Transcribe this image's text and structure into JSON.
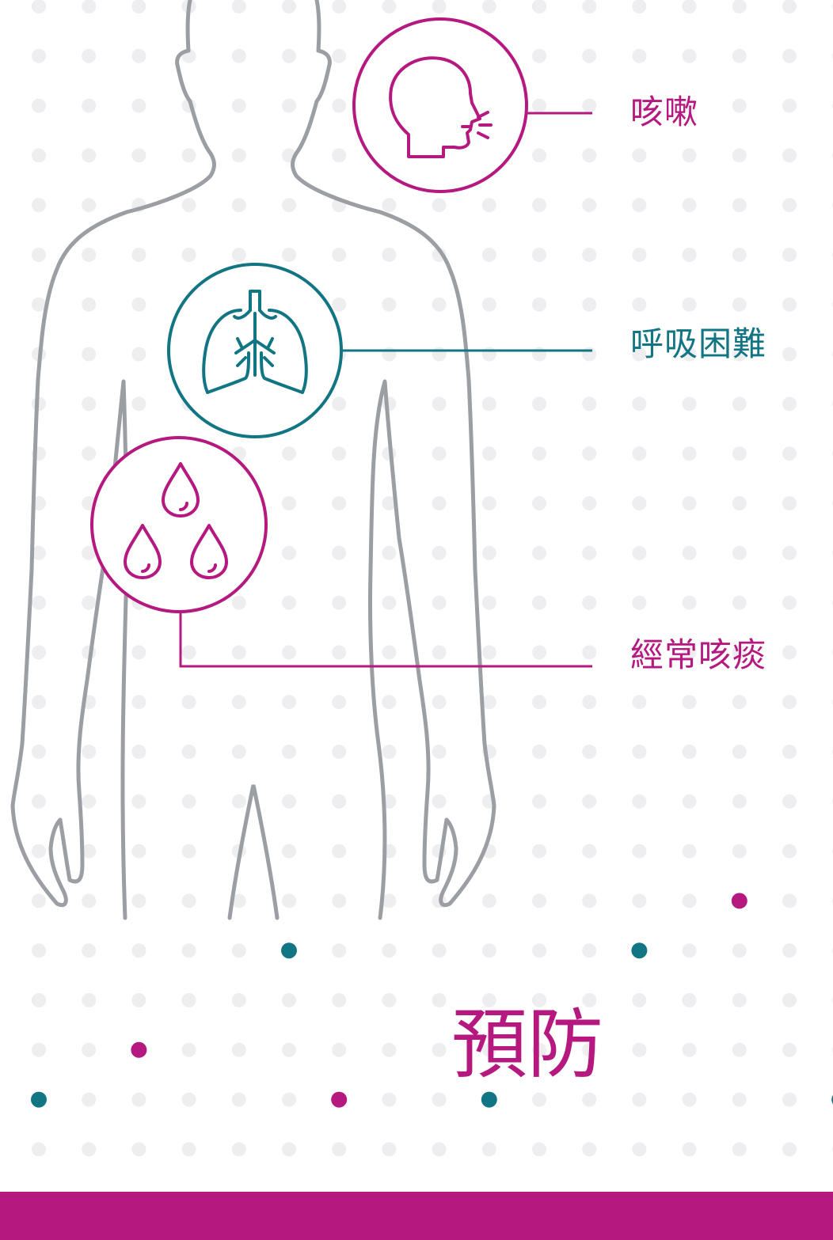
{
  "colors": {
    "magenta": "#B5197F",
    "teal": "#127584",
    "body_outline": "#9B9EA3",
    "dot_light": "#EEEEF0",
    "background": "#FFFFFF"
  },
  "symptoms": [
    {
      "label": "咳嗽",
      "icon": "coughing-head-icon",
      "color": "magenta"
    },
    {
      "label": "呼吸困難",
      "icon": "lungs-icon",
      "color": "teal"
    },
    {
      "label": "經常咳痰",
      "icon": "droplets-icon",
      "color": "magenta"
    }
  ],
  "section_title": "預防"
}
